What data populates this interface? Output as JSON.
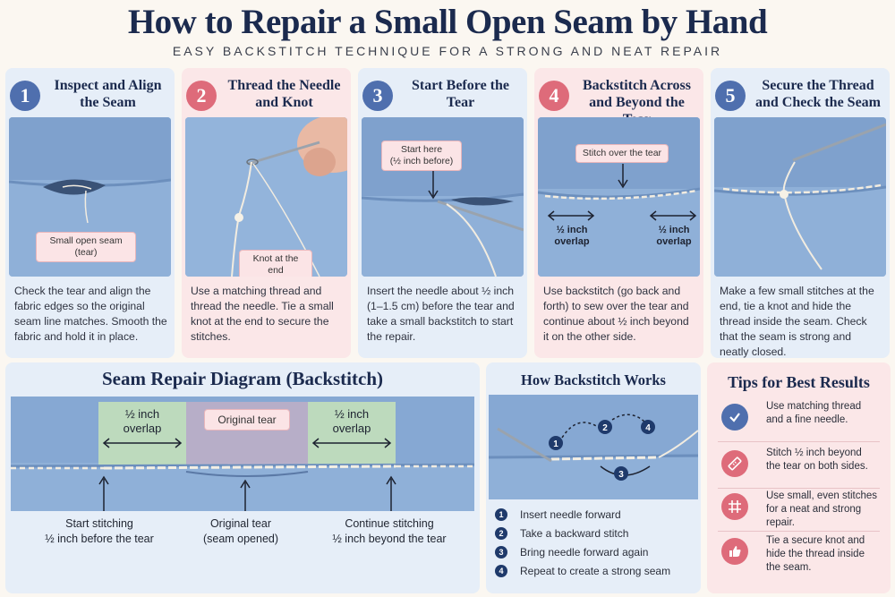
{
  "header": {
    "title": "How to Repair a Small Open Seam by Hand",
    "subtitle": "EASY BACKSTITCH TECHNIQUE FOR A STRONG AND NEAT REPAIR"
  },
  "colors": {
    "navy": "#1b2a4e",
    "blue_accent": "#4f6fae",
    "pink_accent": "#de6b7a",
    "fabric": "#8fb0d8",
    "thread": "#f4efe4"
  },
  "steps": [
    {
      "number": "1",
      "title": "Inspect and Align the Seam",
      "callout": "Small open seam\n(tear)",
      "description": "Check the tear and align the fabric edges so the original seam line matches. Smooth the fabric and hold it in place."
    },
    {
      "number": "2",
      "title": "Thread the Needle and Knot",
      "callout": "Knot at the end",
      "description": "Use a matching thread and thread the needle. Tie a small knot at the end to secure the stitches."
    },
    {
      "number": "3",
      "title": "Start Before the Tear",
      "callout": "Start here\n(½ inch before)",
      "description": "Insert the needle about ½ inch (1–1.5 cm) before the tear and take a small backstitch to start the repair."
    },
    {
      "number": "4",
      "title": "Backstitch Across and Beyond the Tear",
      "callout": "Stitch over the tear",
      "overlap_left": "½ inch\noverlap",
      "overlap_right": "½ inch\noverlap",
      "description": "Use backstitch (go back and forth) to sew over the tear and continue about ½ inch beyond it on the other side."
    },
    {
      "number": "5",
      "title": "Secure the Thread and Check the Seam",
      "description": "Make a few small stitches at the end, tie a knot and hide the thread inside the seam. Check that the seam is strong and neatly closed."
    }
  ],
  "diagram": {
    "title": "Seam Repair Diagram (Backstitch)",
    "overlap_left": "½ inch\noverlap",
    "tear_label": "Original tear",
    "overlap_right": "½ inch\noverlap",
    "bottom_left": "Start stitching\n½ inch before the tear",
    "bottom_center": "Original tear\n(seam opened)",
    "bottom_right": "Continue stitching\n½ inch beyond the tear"
  },
  "how": {
    "title": "How Backstitch Works",
    "items": [
      {
        "num": "1",
        "text": "Insert needle forward"
      },
      {
        "num": "2",
        "text": "Take a backward stitch"
      },
      {
        "num": "3",
        "text": "Bring needle forward again"
      },
      {
        "num": "4",
        "text": "Repeat to create a strong seam"
      }
    ]
  },
  "tips": {
    "title": "Tips for Best Results",
    "items": [
      {
        "icon": "check-icon",
        "text": "Use matching thread\nand a fine needle.",
        "color": "#4f6fae"
      },
      {
        "icon": "ruler-icon",
        "text": "Stitch ½ inch beyond\nthe tear on both sides.",
        "color": "#de6b7a"
      },
      {
        "icon": "grid-icon",
        "text": "Use small, even stitches\nfor a neat and strong repair.",
        "color": "#de6b7a"
      },
      {
        "icon": "thumbs-up-icon",
        "text": "Tie a secure knot and\nhide the thread inside\nthe seam.",
        "color": "#de6b7a"
      }
    ]
  }
}
